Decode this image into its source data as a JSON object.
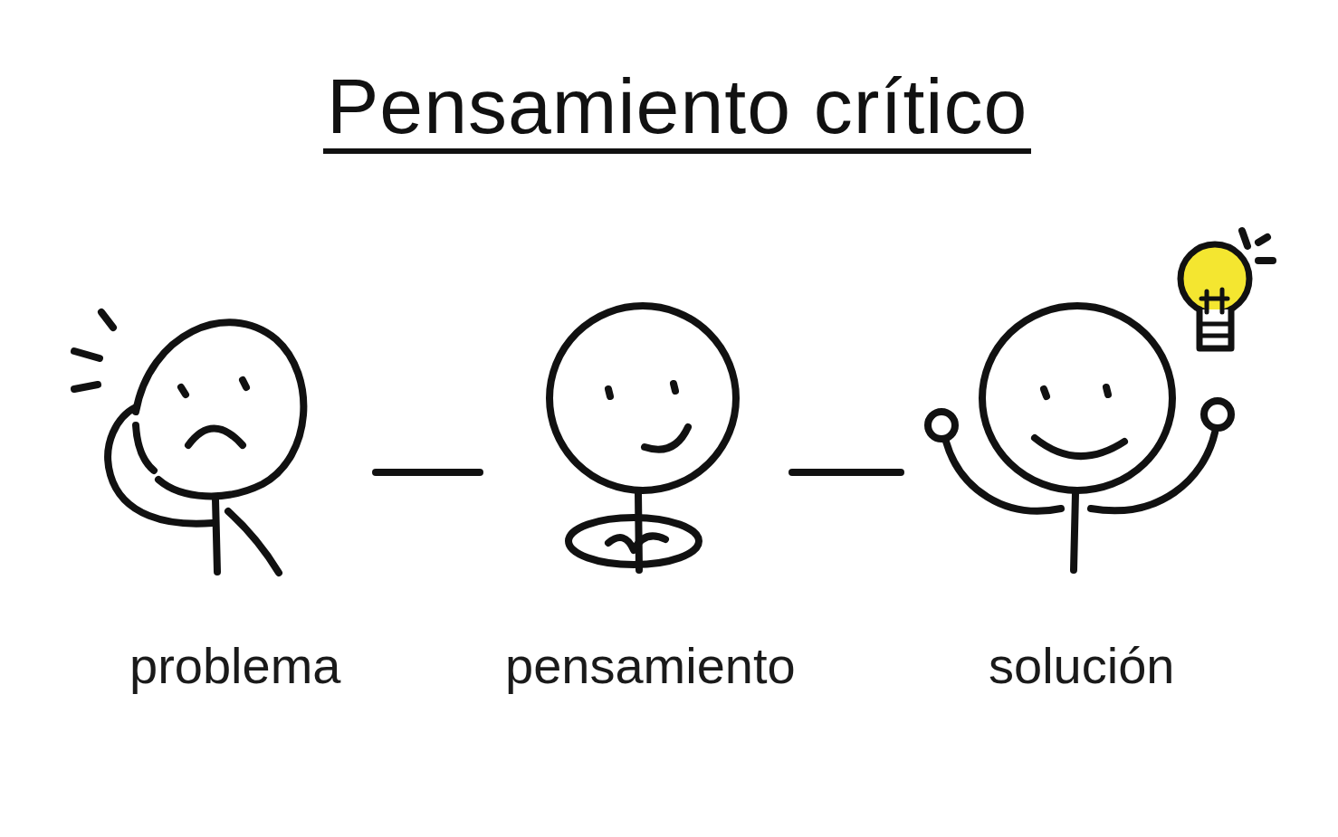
{
  "diagram": {
    "title": "Pensamiento crítico",
    "nodes": [
      {
        "text": [
          "problema"
        ]
      },
      {
        "text": [
          "pensamiento"
        ]
      },
      {
        "text": [
          "solución"
        ]
      }
    ],
    "edges": [
      {
        "from": 0,
        "to": 1,
        "arrow": "none"
      },
      {
        "from": 1,
        "to": 2,
        "arrow": "none"
      }
    ]
  }
}
